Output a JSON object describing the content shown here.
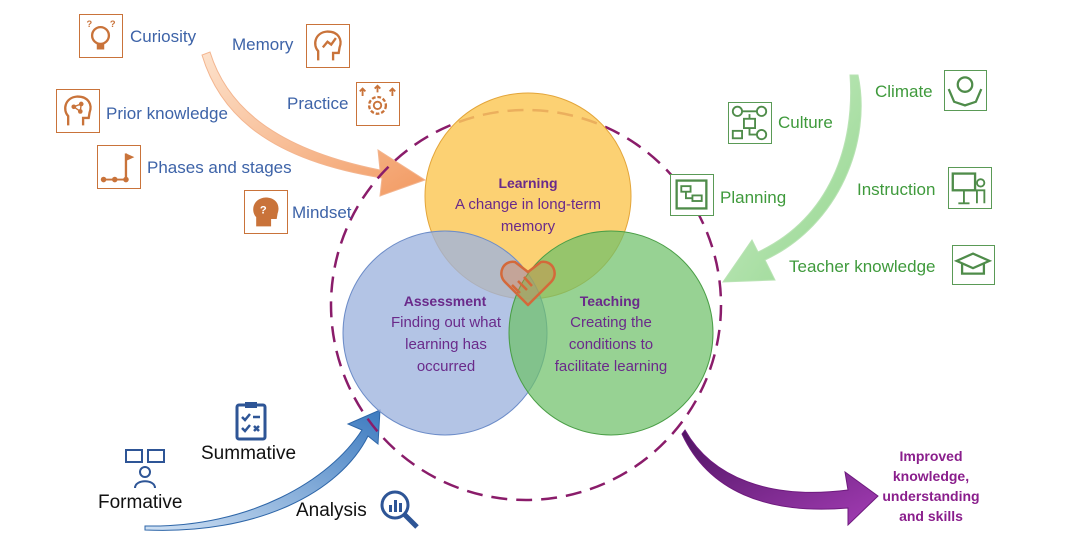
{
  "learning": {
    "title": "Learning",
    "text": "A change in long-term memory"
  },
  "assessment": {
    "title": "Assessment",
    "text": "Finding out what learning has occurred"
  },
  "teaching": {
    "title": "Teaching",
    "text": "Creating the conditions to facilitate learning"
  },
  "learner_factors": [
    "Curiosity",
    "Memory",
    "Prior knowledge",
    "Practice",
    "Phases and stages",
    "Mindset"
  ],
  "teacher_factors": [
    "Climate",
    "Culture",
    "Planning",
    "Instruction",
    "Teacher knowledge"
  ],
  "assessment_factors": [
    "Summative",
    "Formative",
    "Analysis"
  ],
  "outcome": "Improved knowledge, understanding and skills",
  "colors": {
    "learning": "#fbc95a",
    "assessment": "#9db4de",
    "teaching": "#6fc06a",
    "handshake": "#d4693a",
    "dashed_ring": "#8a1c6a",
    "orange_arrow": "#f4a978",
    "green_arrow": "#a8dca3",
    "blue_arrow": "#3f7fc0",
    "purple_arrow": "#7b1a8a"
  },
  "icons": {
    "curiosity": "lightbulb-question-icon",
    "memory": "head-growth-icon",
    "prior_knowledge": "head-network-icon",
    "practice": "brain-gear-icon",
    "phases": "flag-steps-icon",
    "mindset": "head-question-icon",
    "climate": "hands-globe-icon",
    "culture": "workflow-icon",
    "planning": "plan-board-icon",
    "instruction": "teacher-board-icon",
    "teacher_knowledge": "graduation-cap-icon",
    "summative": "clipboard-check-icon",
    "formative": "feedback-icon",
    "analysis": "magnifier-chart-icon"
  }
}
